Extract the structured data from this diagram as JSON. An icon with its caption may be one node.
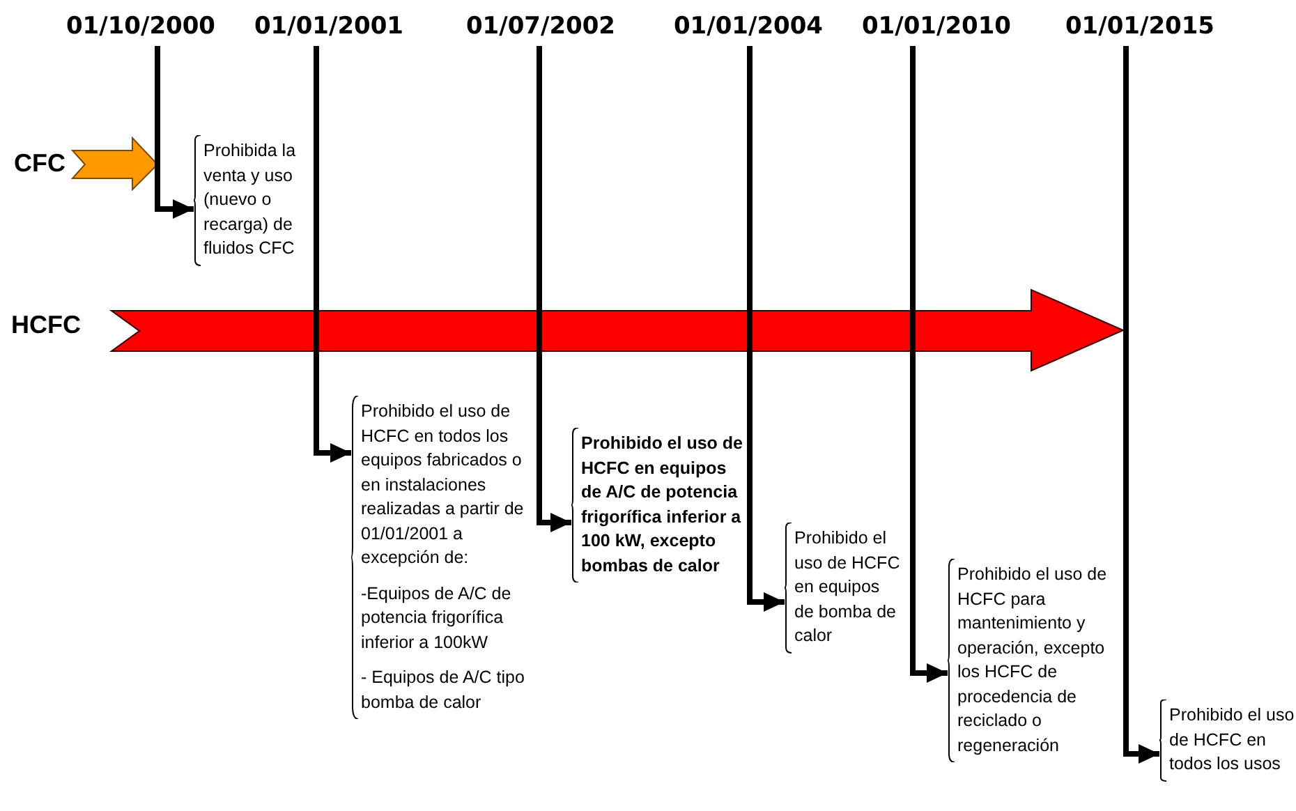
{
  "diagram": {
    "nodes": [
      {
        "text": [
          "01/10/2000"
        ]
      },
      {
        "text": [
          "01/01/2001"
        ]
      },
      {
        "text": [
          "01/07/2002"
        ]
      },
      {
        "text": [
          "01/01/2004"
        ]
      },
      {
        "text": [
          "01/01/2010"
        ]
      },
      {
        "text": [
          "01/01/2015"
        ]
      },
      {
        "text": [
          "Prohibida la venta y uso (nuevo o recarga) de fluidos CFC"
        ]
      },
      {
        "text": [
          "Prohibido el uso de HCFC en todos los equipos fabricados o en instalaciones realizadas a partir de 01/01/2001 a excepción de:",
          "-Equipos de A/C de potencia frigorífica inferior a 100kW",
          "- Equipos de A/C tipo bomba de calor"
        ]
      },
      {
        "text": [
          "Prohibido el uso de HCFC en equipos de A/C de potencia frigorífica inferior a 100 kW, excepto bombas de calor"
        ]
      },
      {
        "text": [
          "Prohibido el uso de HCFC en equipos de bomba de calor"
        ]
      },
      {
        "text": [
          "Prohibido el uso de HCFC para mantenimiento y operación, excepto los HCFC de procedencia de reciclado o regeneración"
        ]
      },
      {
        "text": [
          "Prohibido el uso de HCFC en todos los usos"
        ]
      }
    ],
    "edges": [
      {
        "from": 0,
        "to": 6,
        "arrow": "to"
      },
      {
        "from": 1,
        "to": 7,
        "arrow": "to"
      },
      {
        "from": 2,
        "to": 8,
        "arrow": "to"
      },
      {
        "from": 3,
        "to": 9,
        "arrow": "to"
      },
      {
        "from": 4,
        "to": 10,
        "arrow": "to"
      },
      {
        "from": 5,
        "to": 11,
        "arrow": "to"
      }
    ],
    "labels": [
      "CFC",
      "HCFC"
    ]
  }
}
